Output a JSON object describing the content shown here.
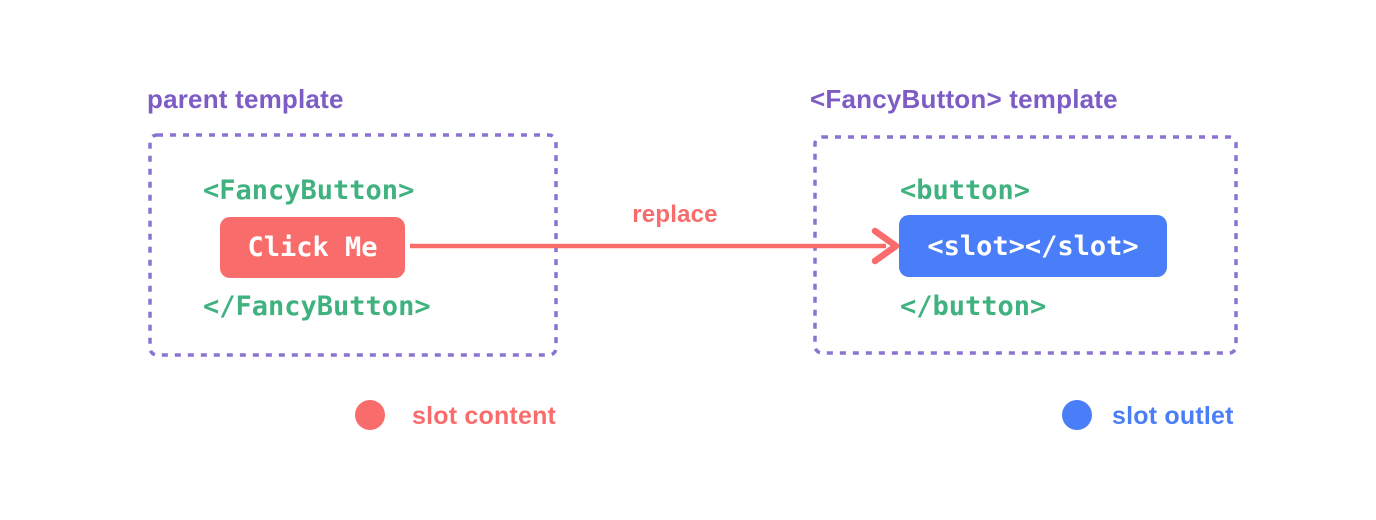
{
  "colors": {
    "red": "#f96c6c",
    "blue": "#4a7ef8",
    "green": "#3fb27f",
    "purple": "#7d5cc6",
    "border": "#8b74d1",
    "bg": "#ffffff",
    "white": "#ffffff"
  },
  "parent": {
    "title": "parent template",
    "open_tag": "<FancyButton>",
    "button_label": "Click Me",
    "close_tag": "</FancyButton>"
  },
  "arrow": {
    "label": "replace"
  },
  "fancy": {
    "title": "<FancyButton> template",
    "open_tag": "<button>",
    "slot_code": "<slot></slot>",
    "close_tag": "</button>"
  },
  "legend": {
    "content_label": "slot content",
    "outlet_label": "slot outlet"
  }
}
